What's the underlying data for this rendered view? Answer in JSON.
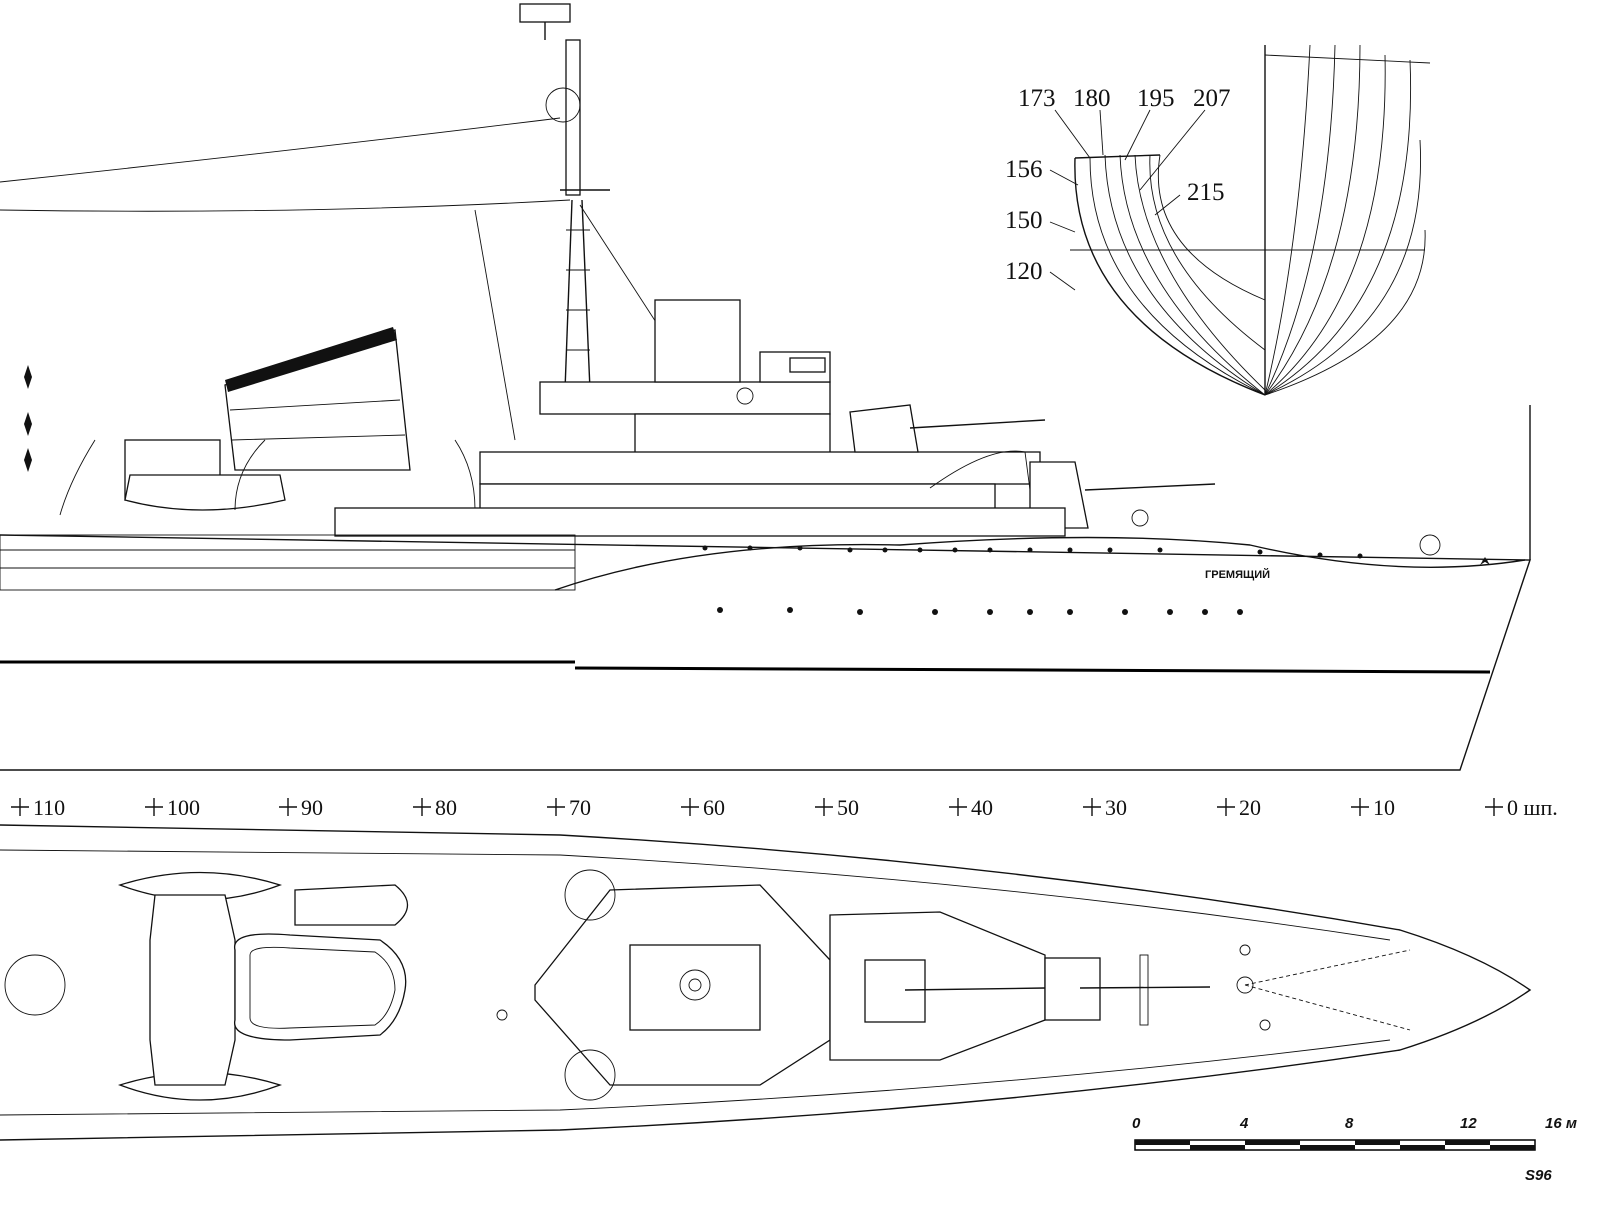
{
  "drawing": {
    "ship_name": "ГРЕМЯЩИЙ",
    "body_plan": {
      "frame_labels_top": [
        "173",
        "180",
        "195",
        "207"
      ],
      "frame_labels_side": [
        "156",
        "150",
        "120"
      ],
      "frame_label_inner": "215"
    },
    "frame_scale": {
      "marks": [
        "110",
        "100",
        "90",
        "80",
        "70",
        "60",
        "50",
        "40",
        "30",
        "20",
        "10",
        "0 шп."
      ]
    },
    "scale_bar": {
      "labels": [
        "0",
        "4",
        "8",
        "12",
        "16 м"
      ]
    },
    "signature": "S96"
  }
}
